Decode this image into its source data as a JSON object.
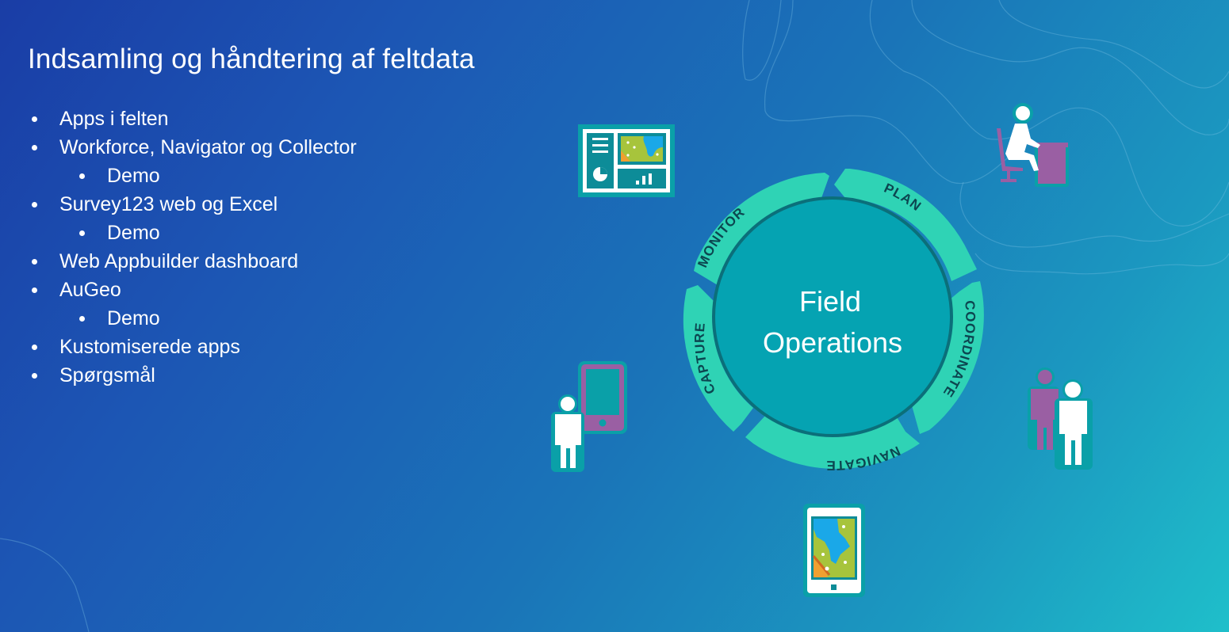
{
  "slide": {
    "title": "Indsamling og håndtering af feltdata",
    "bullets": [
      {
        "level": 1,
        "text": "Apps i felten"
      },
      {
        "level": 1,
        "text": "Workforce, Navigator og Collector"
      },
      {
        "level": 2,
        "text": "Demo"
      },
      {
        "level": 1,
        "text": "Survey123 web og Excel"
      },
      {
        "level": 2,
        "text": "Demo"
      },
      {
        "level": 1,
        "text": "Web Appbuilder dashboard"
      },
      {
        "level": 1,
        "text": "AuGeo"
      },
      {
        "level": 2,
        "text": "Demo"
      },
      {
        "level": 1,
        "text": "Kustomiserede apps"
      },
      {
        "level": 1,
        "text": "Spørgsmål"
      }
    ]
  },
  "diagram": {
    "center_line1": "Field",
    "center_line2": "Operations",
    "segments": [
      {
        "label": "PLAN"
      },
      {
        "label": "COORDINATE"
      },
      {
        "label": "NAVIGATE"
      },
      {
        "label": "CAPTURE"
      },
      {
        "label": "MONITOR"
      }
    ],
    "icons": {
      "monitor": "dashboard-icon",
      "plan": "person-at-desk-icon",
      "coordinate": "two-people-icon",
      "navigate": "mobile-map-icon",
      "capture": "person-with-phone-icon"
    }
  },
  "colors": {
    "ring": "#2fd3b5",
    "disc": "#05a3b2",
    "disc_stroke": "#0b6f7a",
    "label": "#0c4650",
    "purple": "#9a5fa3",
    "icon_outline": "#0aa0a8",
    "white": "#ffffff"
  }
}
